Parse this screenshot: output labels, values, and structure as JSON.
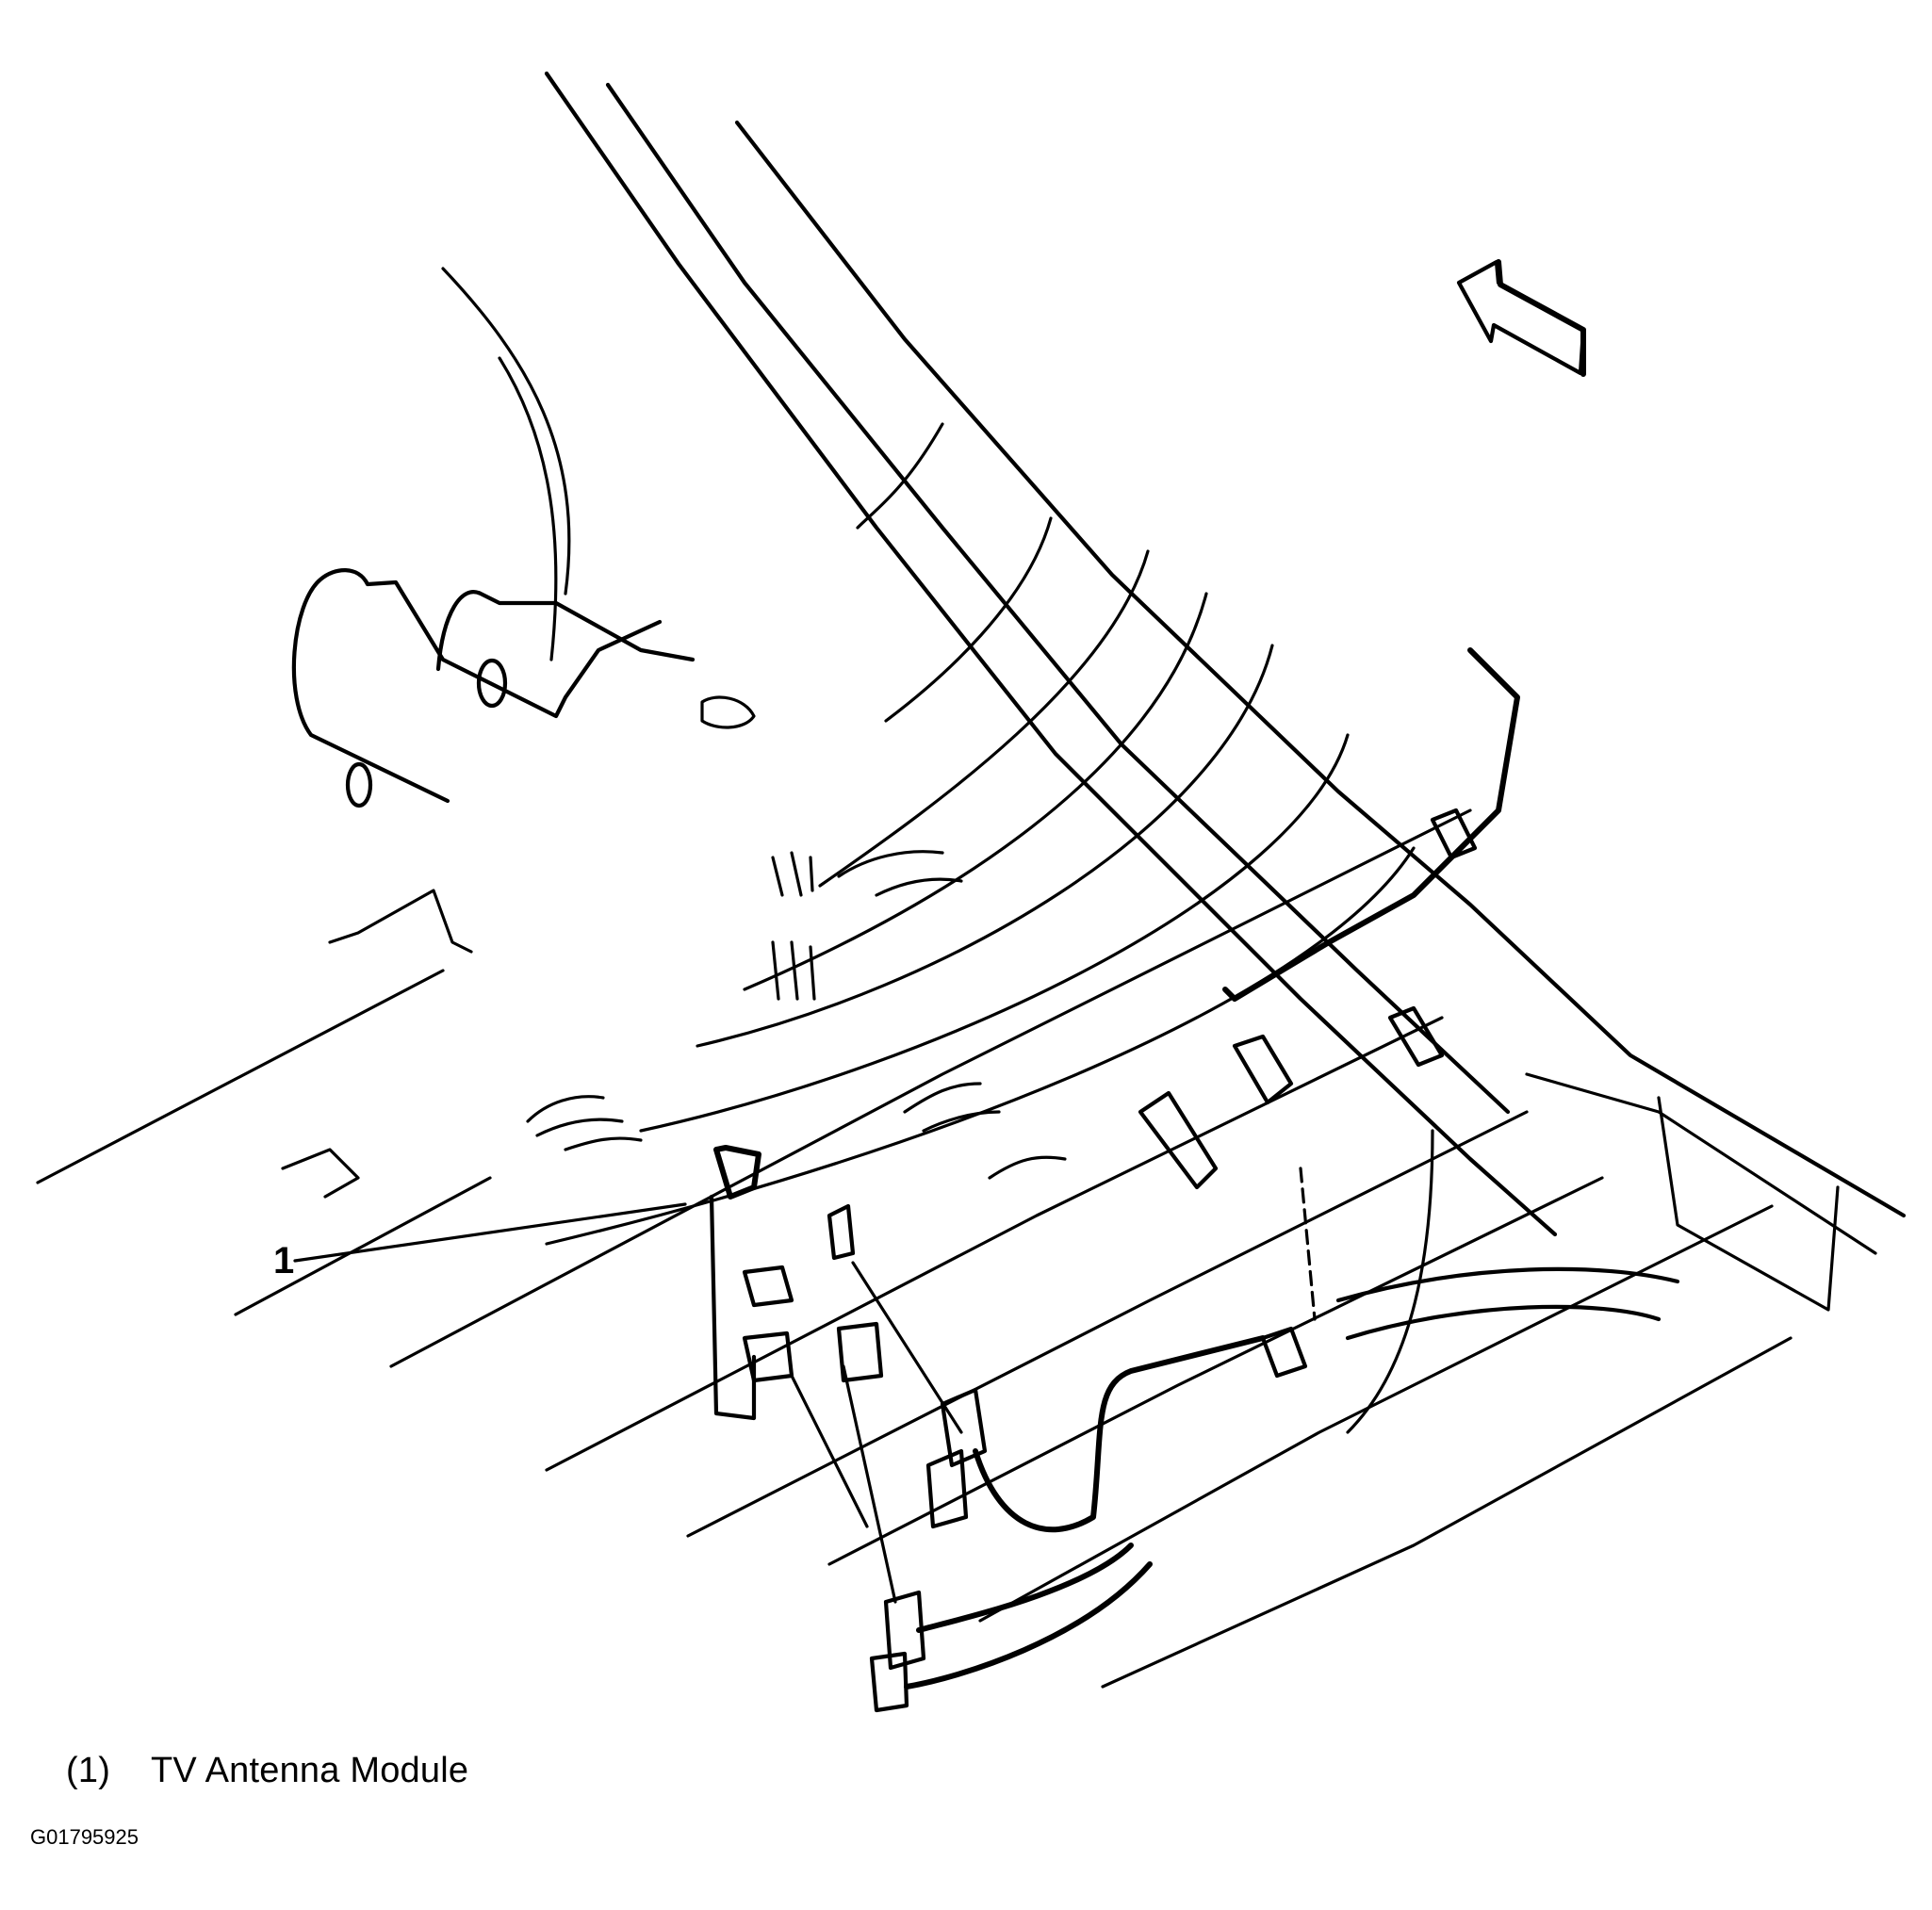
{
  "figure": {
    "id": "G01795925",
    "callouts": [
      {
        "number": "1",
        "label": "TV Antenna Module",
        "legend_number": "(1)"
      }
    ],
    "direction_arrow": {
      "points_to": "front-of-vehicle",
      "icon": "arrow-left-up-icon"
    },
    "colors": {
      "line": "#000000",
      "background": "#ffffff"
    }
  },
  "legend": {
    "items": [
      {
        "number": "(1)",
        "text": "TV Antenna Module"
      }
    ]
  }
}
